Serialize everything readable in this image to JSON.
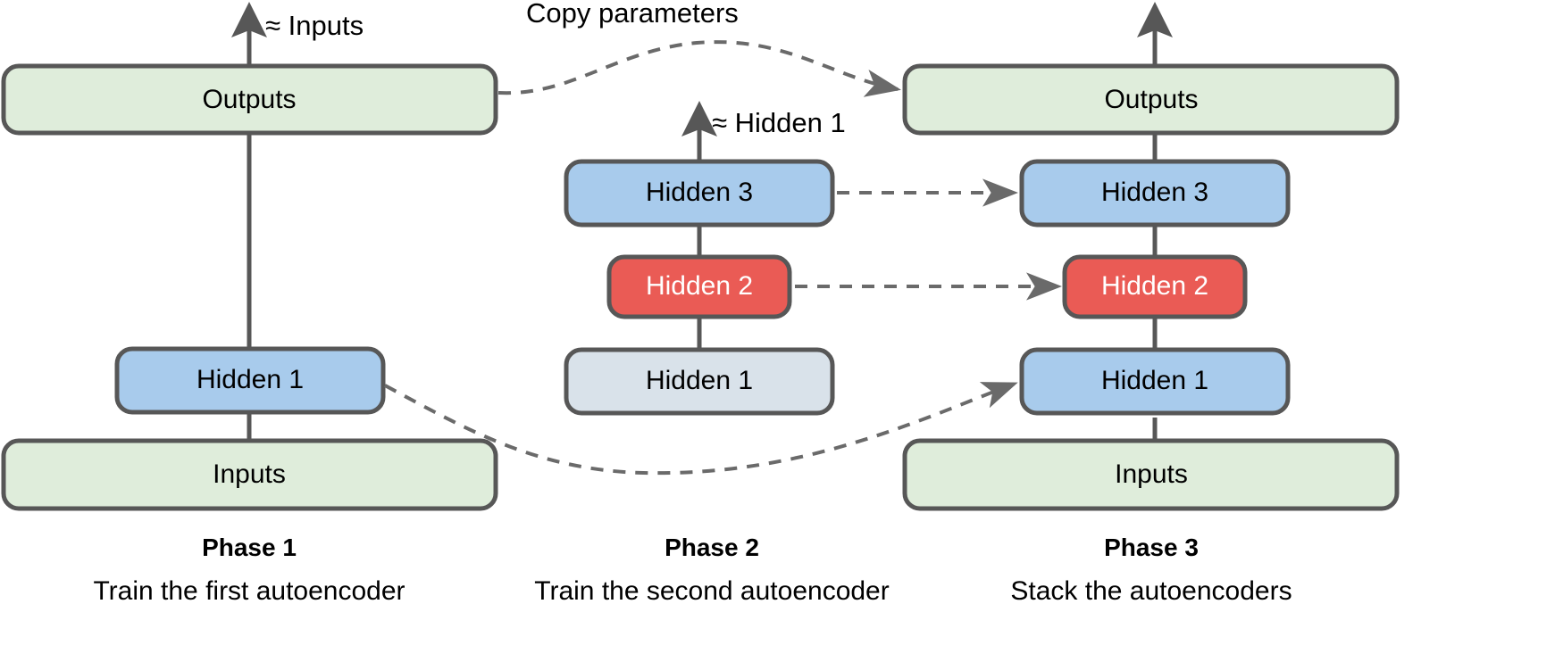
{
  "figure": {
    "type": "diagram",
    "subject": "Stacked autoencoder training phases",
    "annotations": {
      "copy_parameters": "Copy parameters",
      "approx_inputs": "≈ Inputs",
      "approx_hidden1": "≈ Hidden 1"
    },
    "phases": [
      {
        "id": "phase-1",
        "title": "Phase 1",
        "subtitle": "Train the first autoencoder",
        "layers": [
          {
            "label": "Outputs",
            "color": "#dfeddb",
            "text_color": "#000000",
            "kind": "outputs"
          },
          {
            "label": "Hidden 1",
            "color": "#a8cbec",
            "text_color": "#000000",
            "kind": "hidden"
          },
          {
            "label": "Inputs",
            "color": "#dfeddb",
            "text_color": "#000000",
            "kind": "inputs"
          }
        ]
      },
      {
        "id": "phase-2",
        "title": "Phase 2",
        "subtitle": "Train the second autoencoder",
        "layers": [
          {
            "label": "Hidden 3",
            "color": "#a8cbec",
            "text_color": "#000000",
            "kind": "hidden"
          },
          {
            "label": "Hidden 2",
            "color": "#ea5b55",
            "text_color": "#ffffff",
            "kind": "hidden"
          },
          {
            "label": "Hidden 1",
            "color": "#d9e2ea",
            "text_color": "#000000",
            "kind": "hidden-frozen"
          }
        ]
      },
      {
        "id": "phase-3",
        "title": "Phase 3",
        "subtitle": "Stack the autoencoders",
        "layers": [
          {
            "label": "Outputs",
            "color": "#dfeddb",
            "text_color": "#000000",
            "kind": "outputs"
          },
          {
            "label": "Hidden 3",
            "color": "#a8cbec",
            "text_color": "#000000",
            "kind": "hidden"
          },
          {
            "label": "Hidden 2",
            "color": "#ea5b55",
            "text_color": "#ffffff",
            "kind": "hidden"
          },
          {
            "label": "Hidden 1",
            "color": "#a8cbec",
            "text_color": "#000000",
            "kind": "hidden"
          },
          {
            "label": "Inputs",
            "color": "#dfeddb",
            "text_color": "#000000",
            "kind": "inputs"
          }
        ]
      }
    ],
    "colors": {
      "green": "#dfeddb",
      "blue": "#a8cbec",
      "red": "#ea5b55",
      "grey": "#d9e2ea",
      "outline": "#575757",
      "connector": "#575757",
      "dashed": "#6a6a6a",
      "background": "#ffffff"
    }
  }
}
